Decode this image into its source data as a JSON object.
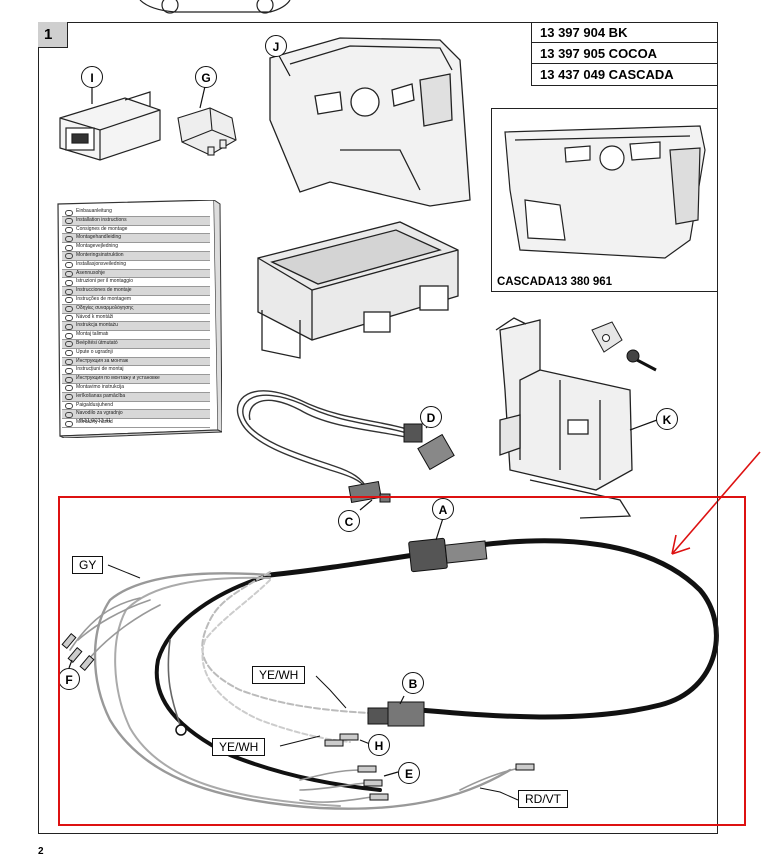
{
  "panel": {
    "number": "1"
  },
  "part_numbers": [
    "13 397 904 BK",
    "13 397 905 COCOA",
    "13 437 049 CASCADA"
  ],
  "cascada_label": "CASCADA13 380 961",
  "callouts": {
    "a": "A",
    "b": "B",
    "c": "C",
    "d": "D",
    "e": "E",
    "f": "F",
    "g": "G",
    "h": "H",
    "i": "I",
    "j": "J",
    "k": "K"
  },
  "wire_labels": {
    "gy": "GY",
    "yewh_1": "YE/WH",
    "yewh_2": "YE/WH",
    "rdvt": "RD/VT"
  },
  "booklet": {
    "lines": [
      "Einbauanleitung",
      "Installation instructions",
      "Consignes de montage",
      "Montagehandleiding",
      "Montagevejledning",
      "Monteringsinstruktion",
      "Installasjonsveiledning",
      "Asennusohje",
      "Istruzioni per il montaggio",
      "Instrucciones de montaje",
      "Instruções de montagem",
      "Οδηγίες συναρμολόγησης",
      "Návod k montáži",
      "Instrukcja montażu",
      "Montaj talimatı",
      "Beépítési útmutató",
      "Upute o ugradnji",
      "Инструкция за монтаж",
      "Instrucțiuni de montaj",
      "Инструкция по монтажу и установке",
      "Montavimo instrukcija",
      "Ierīkošanas pamācība",
      "Paigaldusjuhend",
      "Navodilo za vgradnjo",
      "Montážny návod"
    ],
    "code": "B31 9033 41"
  },
  "page_footer": "2",
  "colors": {
    "highlight_box": "#dd1111",
    "arrow": "#dd1111"
  }
}
